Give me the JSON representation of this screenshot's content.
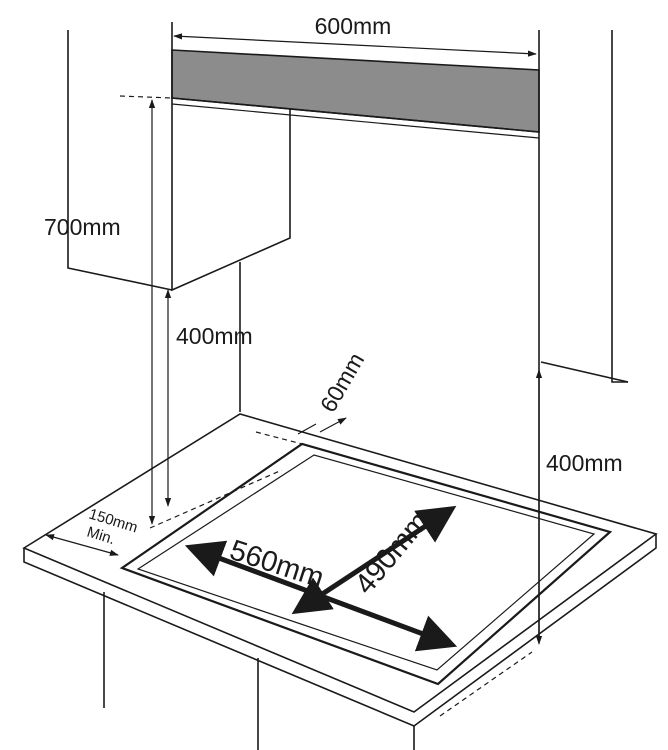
{
  "dimensions": {
    "hood_width": "600mm",
    "hood_height": "700mm",
    "cabinet_clearance": "400mm",
    "side_wall_clearance": "400mm",
    "rear_gap": "60mm",
    "front_margin_value": "150mm",
    "front_margin_note": "Min.",
    "cutout_width": "560mm",
    "cutout_depth": "490mm"
  },
  "colors": {
    "hood": "#8c8c8c",
    "line": "#1a1a1a",
    "background": "#ffffff"
  }
}
